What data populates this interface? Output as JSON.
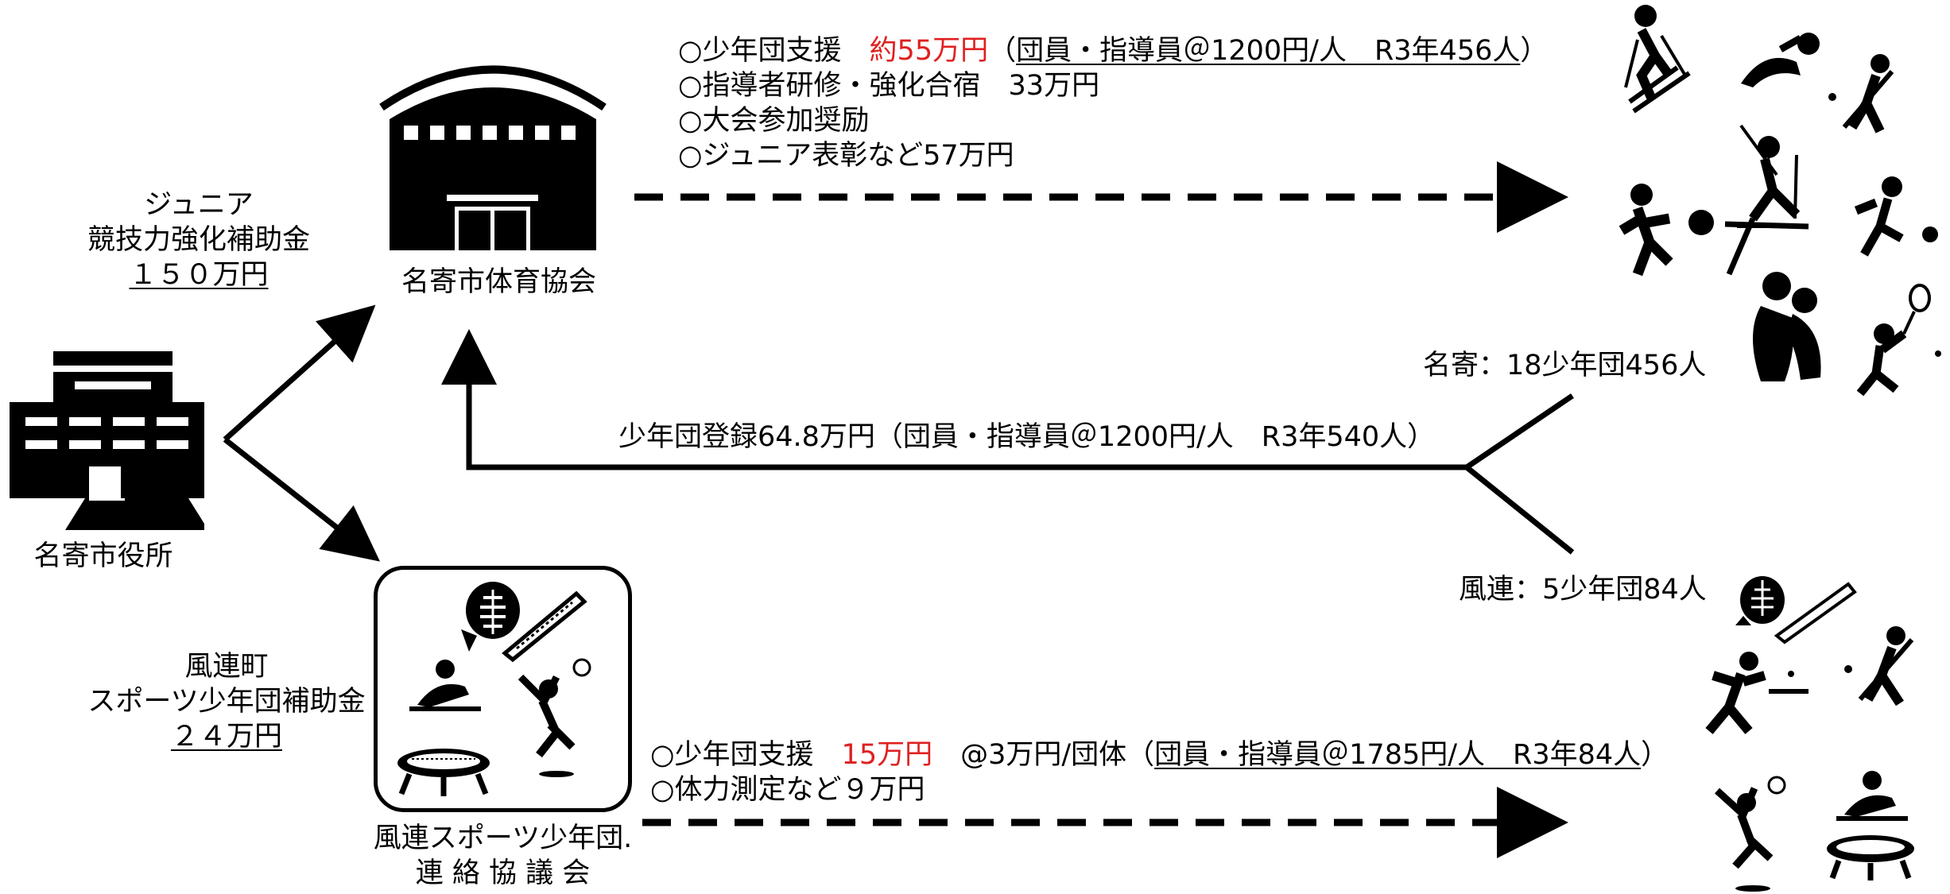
{
  "city_hall": {
    "label": "名寄市役所"
  },
  "grant_junior": {
    "line1": "ジュニア",
    "line2": "競技力強化補助金",
    "amount": "１５０万円"
  },
  "grant_furen": {
    "line1": "風連町",
    "line2": "スポーツ少年団補助金",
    "amount": "２４万円"
  },
  "sports_assoc": {
    "label": "名寄市体育協会",
    "items": [
      {
        "prefix": "○少年団支援　",
        "highlight": "約55万円",
        "open": "（",
        "detail": "団員・指導員＠1200円/人　R3年456人",
        "close": "）"
      },
      {
        "text": "○指導者研修・強化合宿　33万円"
      },
      {
        "text": "○大会参加奨励"
      },
      {
        "text": "○ジュニア表彰など57万円"
      }
    ]
  },
  "registration": {
    "text": "少年団登録64.8万円（団員・指導員＠1200円/人　R3年540人）"
  },
  "nayoro_groups": {
    "text": "名寄：18少年団456人"
  },
  "furen_groups": {
    "text": "風連：5少年団84人"
  },
  "furen_council": {
    "line1": "風連スポーツ少年団.",
    "line2": "連 絡 協 議 会",
    "items": [
      {
        "prefix": "○少年団支援　",
        "highlight": "15万円",
        "middle": "　@3万円/団体（",
        "detail": "団員・指導員＠1785円/人　R3年84人",
        "close": "）"
      },
      {
        "text": "○体力測定など９万円"
      }
    ]
  },
  "icons": [
    "city-hall-icon",
    "gymnasium-icon",
    "kendo-icon",
    "volleyball-player-icon",
    "trampoline-icon",
    "skiing-icon",
    "swimming-icon",
    "baseball-icon",
    "basketball-icon",
    "ski-jump-icon",
    "soccer-icon",
    "wrestling-icon",
    "tennis-icon",
    "table-tennis-icon"
  ],
  "colors": {
    "highlight": "#e02020",
    "ink": "#000000"
  }
}
